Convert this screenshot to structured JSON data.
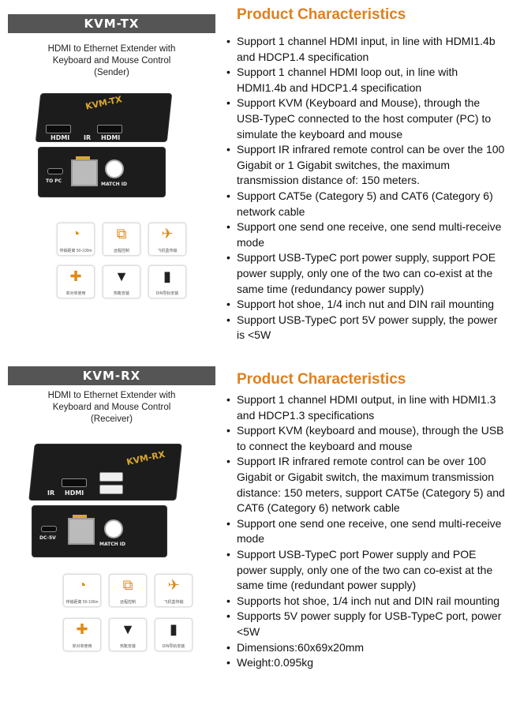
{
  "tx": {
    "banner": "KVM-TX",
    "subtitle_lines": [
      "HDMI to Ethernet Extender with",
      "Keyboard and Mouse Control",
      "(Sender)"
    ],
    "device_labels": {
      "hdmi_a": "HDMI",
      "ir": "IR",
      "hdmi_b": "HDMI",
      "brand": "KVM-TX",
      "to_pc": "TO PC",
      "match_id": "MATCH ID"
    },
    "icons": [
      {
        "name": "distance-gauge-icon",
        "glyph": "◔",
        "caption": "传输距离 50-100m"
      },
      {
        "name": "remote-control-icon",
        "glyph": "⧉",
        "caption": "远程控制"
      },
      {
        "name": "airplane-icon",
        "glyph": "✈",
        "caption": "飞机盒传输"
      },
      {
        "name": "puzzle-icon",
        "glyph": "✚",
        "caption": "单对单使用"
      },
      {
        "name": "hot-shoe-mount-icon",
        "glyph": "▼",
        "caption": "热靴安装"
      },
      {
        "name": "din-rail-icon",
        "glyph": "▮",
        "caption": "DIN导轨安装"
      }
    ],
    "title": "Product Characteristics",
    "features": [
      "Support 1 channel HDMI input, in line with HDMI1.4b and HDCP1.4 specification",
      "Support 1 channel HDMI loop out, in line with HDMI1.4b and HDCP1.4 specification",
      "Support KVM (Keyboard and Mouse), through the USB-TypeC connected to the host computer (PC) to simulate the keyboard and mouse",
      "Support IR infrared remote control can be over the 100 Gigabit or 1 Gigabit switches, the maximum transmission distance of: 150 meters.",
      "Support CAT5e (Category 5) and CAT6 (Category 6) network cable",
      "Support one send one receive, one send multi-receive mode",
      "Support USB-TypeC port power supply, support POE power supply, only one of the two can co-exist at the same time (redundancy power supply)",
      "Support hot shoe, 1/4 inch nut and DIN rail mounting",
      "Support USB-TypeC port 5V power supply, the power is <5W"
    ]
  },
  "rx": {
    "banner": "KVM-RX",
    "subtitle_lines": [
      "HDMI to Ethernet Extender with",
      "Keyboard and Mouse Control",
      "(Receiver)"
    ],
    "device_labels": {
      "ir": "IR",
      "hdmi": "HDMI",
      "brand": "KVM-RX",
      "dc": "DC-5V",
      "match_id": "MATCH ID"
    },
    "icons": [
      {
        "name": "distance-gauge-icon",
        "glyph": "◔",
        "caption": "传输距离 50-100m"
      },
      {
        "name": "remote-control-icon",
        "glyph": "⧉",
        "caption": "远程控制"
      },
      {
        "name": "airplane-icon",
        "glyph": "✈",
        "caption": "飞机盒传输"
      },
      {
        "name": "puzzle-icon",
        "glyph": "✚",
        "caption": "单对单使用"
      },
      {
        "name": "hot-shoe-mount-icon",
        "glyph": "▼",
        "caption": "热靴安装"
      },
      {
        "name": "din-rail-icon",
        "glyph": "▮",
        "caption": "DIN导轨安装"
      }
    ],
    "title": "Product Characteristics",
    "features": [
      "Support 1 channel HDMI output, in line with HDMI1.3 and HDCP1.3 specifications",
      "Support KVM (keyboard and mouse), through the USB to connect the keyboard and mouse",
      "Support IR infrared remote control can be over 100 Gigabit or Gigabit switch, the maximum transmission distance: 150 meters, support CAT5e (Category 5) and CAT6 (Category 6) network cable",
      "Support one send one receive, one send multi-receive mode",
      "Support USB-TypeC port Power supply and POE power supply, only one of the two can co-exist at the same time (redundant power supply)",
      "Supports hot shoe, 1/4 inch nut and DIN rail mounting",
      "Supports 5V power supply for USB-TypeC port, power <5W",
      "Dimensions:60x69x20mm",
      "Weight:0.095kg"
    ]
  },
  "colors": {
    "accent": "#e0801e",
    "banner_bg": "#555555",
    "device_body": "#1c1c1c",
    "gold": "#d9a730"
  }
}
